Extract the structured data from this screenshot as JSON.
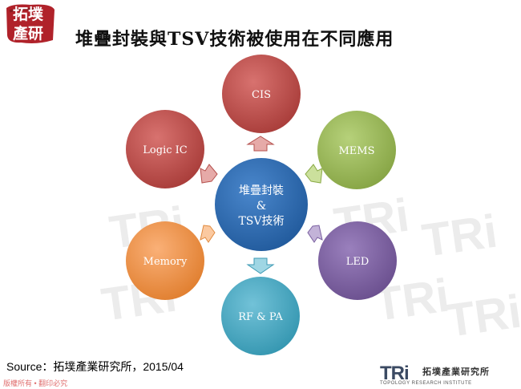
{
  "slide": {
    "title": "堆疊封裝與TSV技術被使用在不同應用",
    "logo_line1": "拓墣",
    "logo_line2": "產研",
    "source": "Source：拓墣產業研究所，2015/04",
    "copyright": "版權所有 • 翻印必究",
    "brand_mark": "TRi",
    "brand_name": "拓墣產業研究所",
    "brand_sub": "TOPOLOGY RESEARCH INSTITUTE",
    "watermark_text": "TRi"
  },
  "diagram": {
    "center": {
      "line1": "堆疊封裝",
      "line2": "&",
      "line3": "TSV技術",
      "color": "#2e6db4"
    },
    "nodes": [
      {
        "label": "CIS",
        "color": "#c0504d"
      },
      {
        "label": "MEMS",
        "color": "#9bbb59"
      },
      {
        "label": "LED",
        "color": "#8064a2"
      },
      {
        "label": "RF & PA",
        "color": "#4bacc6"
      },
      {
        "label": "Memory",
        "color": "#f79646"
      },
      {
        "label": "Logic IC",
        "color": "#c0504d"
      }
    ]
  }
}
